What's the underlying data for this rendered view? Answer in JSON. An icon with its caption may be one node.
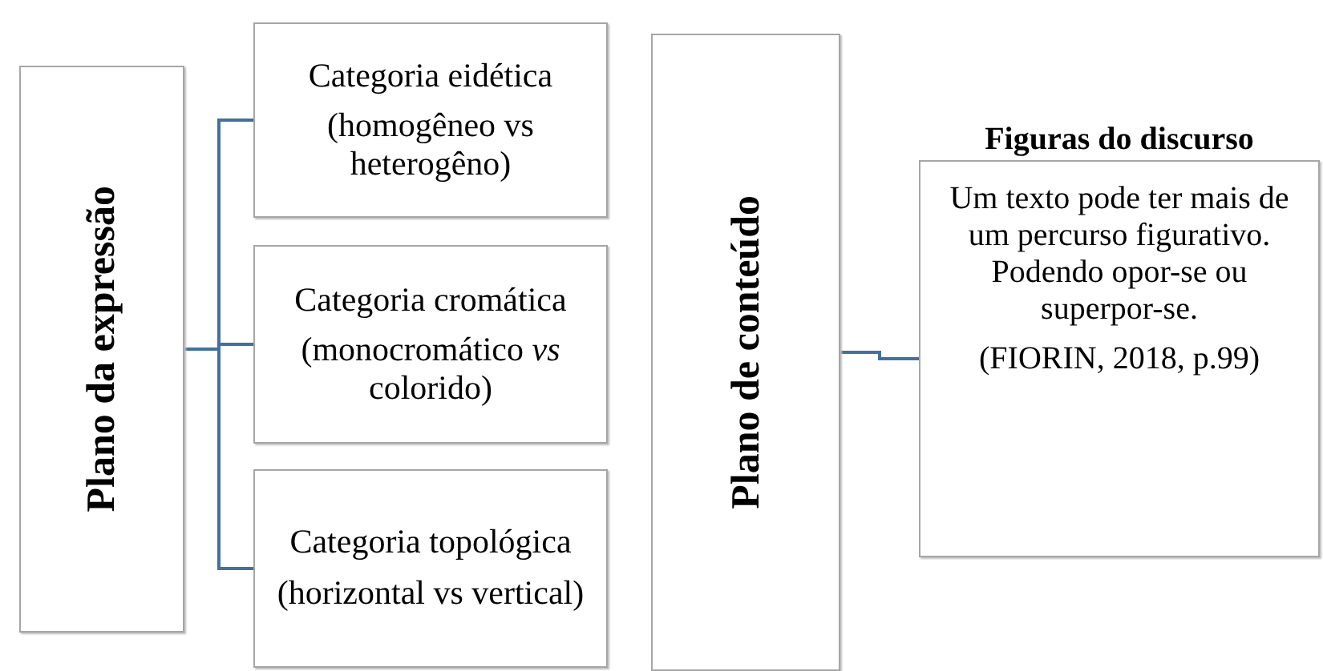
{
  "diagram": {
    "nodes": [
      {
        "text": [
          "Plano da expressão"
        ]
      },
      {
        "text": [
          "Categoria eidética",
          "(homogêneo vs heterogêno)"
        ]
      },
      {
        "text": [
          "Categoria cromática",
          "(monocromático *vs* colorido)"
        ]
      },
      {
        "text": [
          "Categoria topológica",
          "(horizontal vs vertical)"
        ]
      },
      {
        "text": [
          "Plano de conteúdo"
        ]
      },
      {
        "text": [
          "Figuras do discurso",
          "Um texto pode ter mais de um percurso figurativo. Podendo opor-se ou superpor-se.",
          "(FIORIN, 2018, p.99)"
        ]
      }
    ],
    "edges": [
      {
        "from": 0,
        "to": 1,
        "arrow": "none",
        "color": "#41719c"
      },
      {
        "from": 0,
        "to": 2,
        "arrow": "none",
        "color": "#41719c"
      },
      {
        "from": 0,
        "to": 3,
        "arrow": "none",
        "color": "#41719c"
      },
      {
        "from": 4,
        "to": 5,
        "arrow": "none",
        "color": "#41719c"
      }
    ]
  }
}
